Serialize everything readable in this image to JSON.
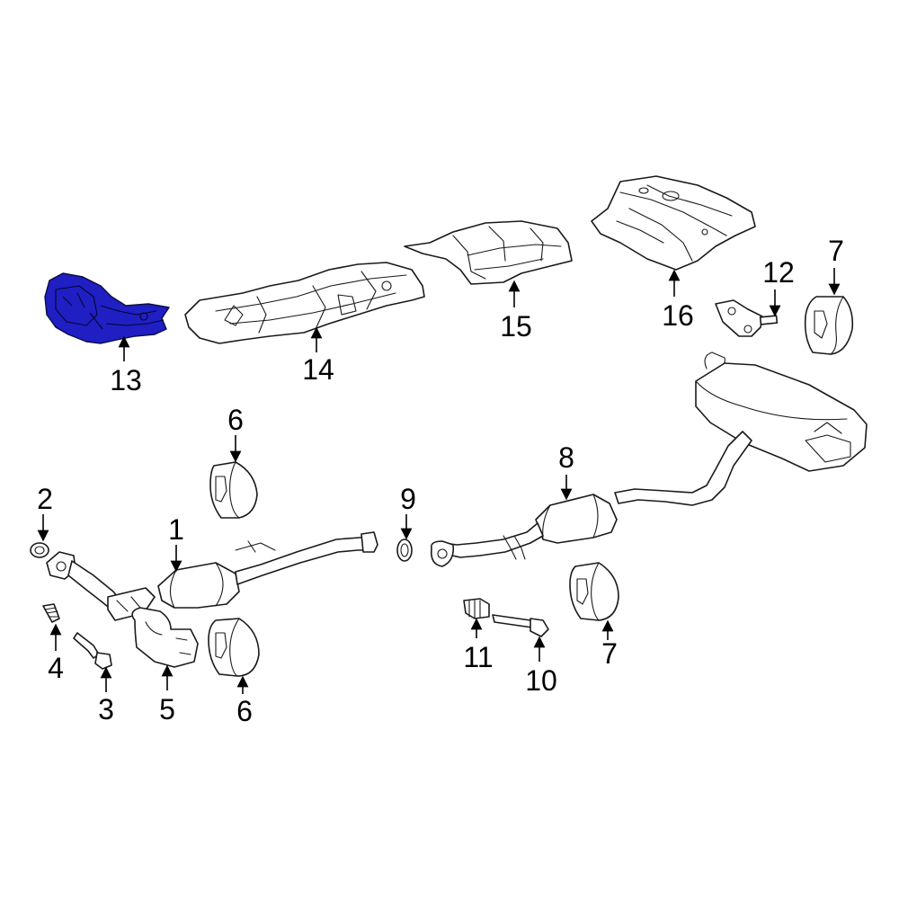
{
  "colors": {
    "highlight": "#1f1fc4",
    "line": "#1a1a1a",
    "background": "#ffffff"
  },
  "callouts": {
    "c1": "1",
    "c2": "2",
    "c3": "3",
    "c4": "4",
    "c5": "5",
    "c6_upper": "6",
    "c6_lower": "6",
    "c7_upper": "7",
    "c7_lower": "7",
    "c8": "8",
    "c9": "9",
    "c10": "10",
    "c11": "11",
    "c12": "12",
    "c13": "13",
    "c14": "14",
    "c15": "15",
    "c16": "16"
  }
}
